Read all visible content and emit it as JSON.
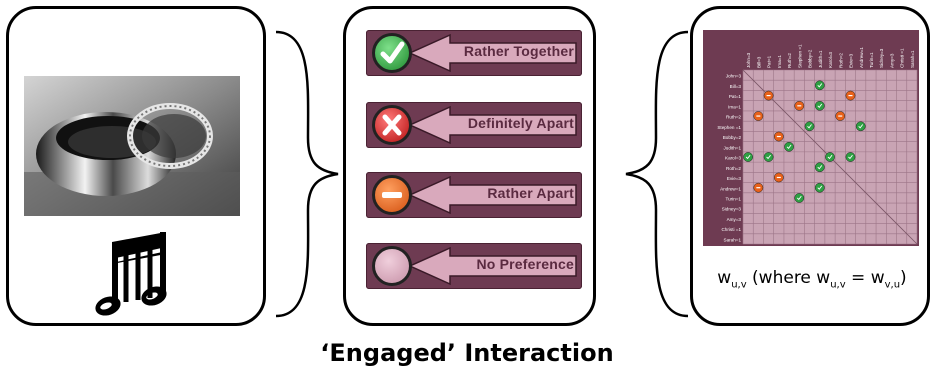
{
  "buttons": [
    {
      "label": "Rather Together",
      "icon": "check-icon",
      "color": "#2ea043"
    },
    {
      "label": "Definitely Apart",
      "icon": "x-icon",
      "color": "#d42020"
    },
    {
      "label": "Rather Apart",
      "icon": "minus-icon",
      "color": "#e8611a"
    },
    {
      "label": "No Preference",
      "icon": "blank-icon",
      "color": "#d9a9bc"
    }
  ],
  "matrix": {
    "rows": [
      "John=3",
      "Bill=3",
      "Pat=1",
      "Ima=1",
      "Ruth=2",
      "Stephen =1",
      "Bobby=2",
      "Judith=1",
      "Karol=3",
      "Roth=2",
      "Evie=3",
      "Andrew=1",
      "Turin=1",
      "Sidney=3",
      "Amy=3",
      "Christi =1",
      "Sarah=1"
    ],
    "cols": [
      "John=3",
      "Bill=3",
      "Pat=1",
      "Ima=1",
      "Ruth=2",
      "Stephen =1",
      "Bobby=2",
      "Judith=1",
      "Karol=3",
      "Roth=2",
      "Evie=3",
      "Andrew=1",
      "Turin=1",
      "Sidney=3",
      "Amy=3",
      "Christi =1",
      "Sarah=1"
    ],
    "marks": [
      {
        "r": 1,
        "c": 7,
        "v": "together"
      },
      {
        "r": 2,
        "c": 2,
        "v": "apart"
      },
      {
        "r": 2,
        "c": 10,
        "v": "apart"
      },
      {
        "r": 3,
        "c": 5,
        "v": "apart"
      },
      {
        "r": 3,
        "c": 7,
        "v": "together"
      },
      {
        "r": 4,
        "c": 1,
        "v": "apart"
      },
      {
        "r": 4,
        "c": 9,
        "v": "apart"
      },
      {
        "r": 5,
        "c": 6,
        "v": "together"
      },
      {
        "r": 5,
        "c": 11,
        "v": "together"
      },
      {
        "r": 6,
        "c": 3,
        "v": "apart"
      },
      {
        "r": 7,
        "c": 4,
        "v": "together"
      },
      {
        "r": 8,
        "c": 0,
        "v": "together"
      },
      {
        "r": 8,
        "c": 2,
        "v": "together"
      },
      {
        "r": 8,
        "c": 8,
        "v": "together"
      },
      {
        "r": 8,
        "c": 10,
        "v": "together"
      },
      {
        "r": 9,
        "c": 7,
        "v": "together"
      },
      {
        "r": 10,
        "c": 3,
        "v": "apart"
      },
      {
        "r": 11,
        "c": 1,
        "v": "apart"
      },
      {
        "r": 11,
        "c": 7,
        "v": "together"
      },
      {
        "r": 12,
        "c": 5,
        "v": "together"
      }
    ],
    "colors": {
      "grid_bg": "#c9a4b4",
      "grid_line": "#9c7587",
      "header_bg": "#6e3b52"
    }
  },
  "weight_label": {
    "w": "w",
    "sub_uv": "u,v",
    "middle": " (where w",
    "sub_uv2": "u,v",
    "eq": " = w",
    "sub_vu": "v,u",
    "end": ")"
  },
  "caption": "‘Engaged’ Interaction"
}
